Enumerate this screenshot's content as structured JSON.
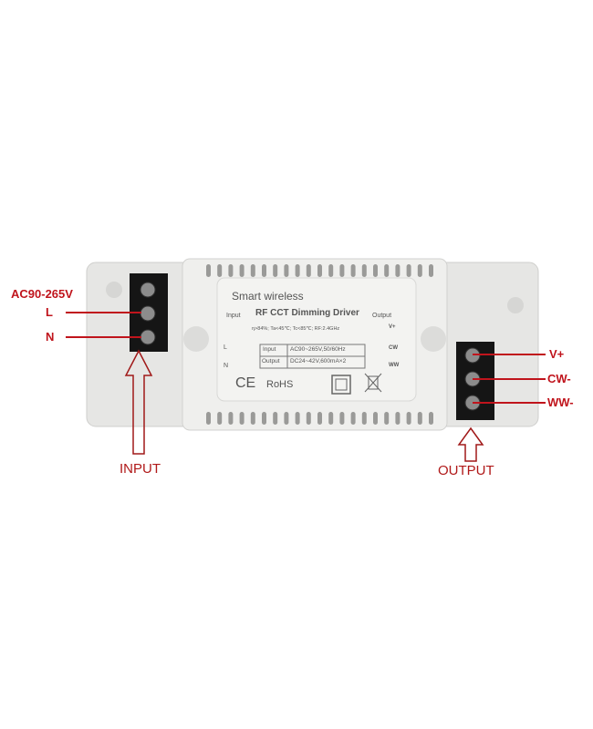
{
  "annotations": {
    "input_voltage": "AC90-265V",
    "live": "L",
    "neutral": "N",
    "input_label": "INPUT",
    "output_label": "OUTPUT",
    "v_plus": "V+",
    "cw_minus": "CW-",
    "ww_minus": "WW-"
  },
  "device_label": {
    "brand": "Smart wireless",
    "title": "RF CCT Dimming Driver",
    "specs": "η>84%; Ta<45℃; Tc<85℃; RF:2.4GHz",
    "input_heading": "Input",
    "output_heading": "Output",
    "in_L": "L",
    "in_N": "N",
    "out_vplus": "V+",
    "out_cw": "CW",
    "out_ww": "WW",
    "table": [
      {
        "key": "Input",
        "value": "AC90~265V,50/60Hz"
      },
      {
        "key": "Output",
        "value": "DC24~42V,600mA×2"
      }
    ],
    "ce": "CE",
    "rohs": "RoHS"
  },
  "colors": {
    "annotation": "#c0141c",
    "body": "#e9e9e7"
  }
}
